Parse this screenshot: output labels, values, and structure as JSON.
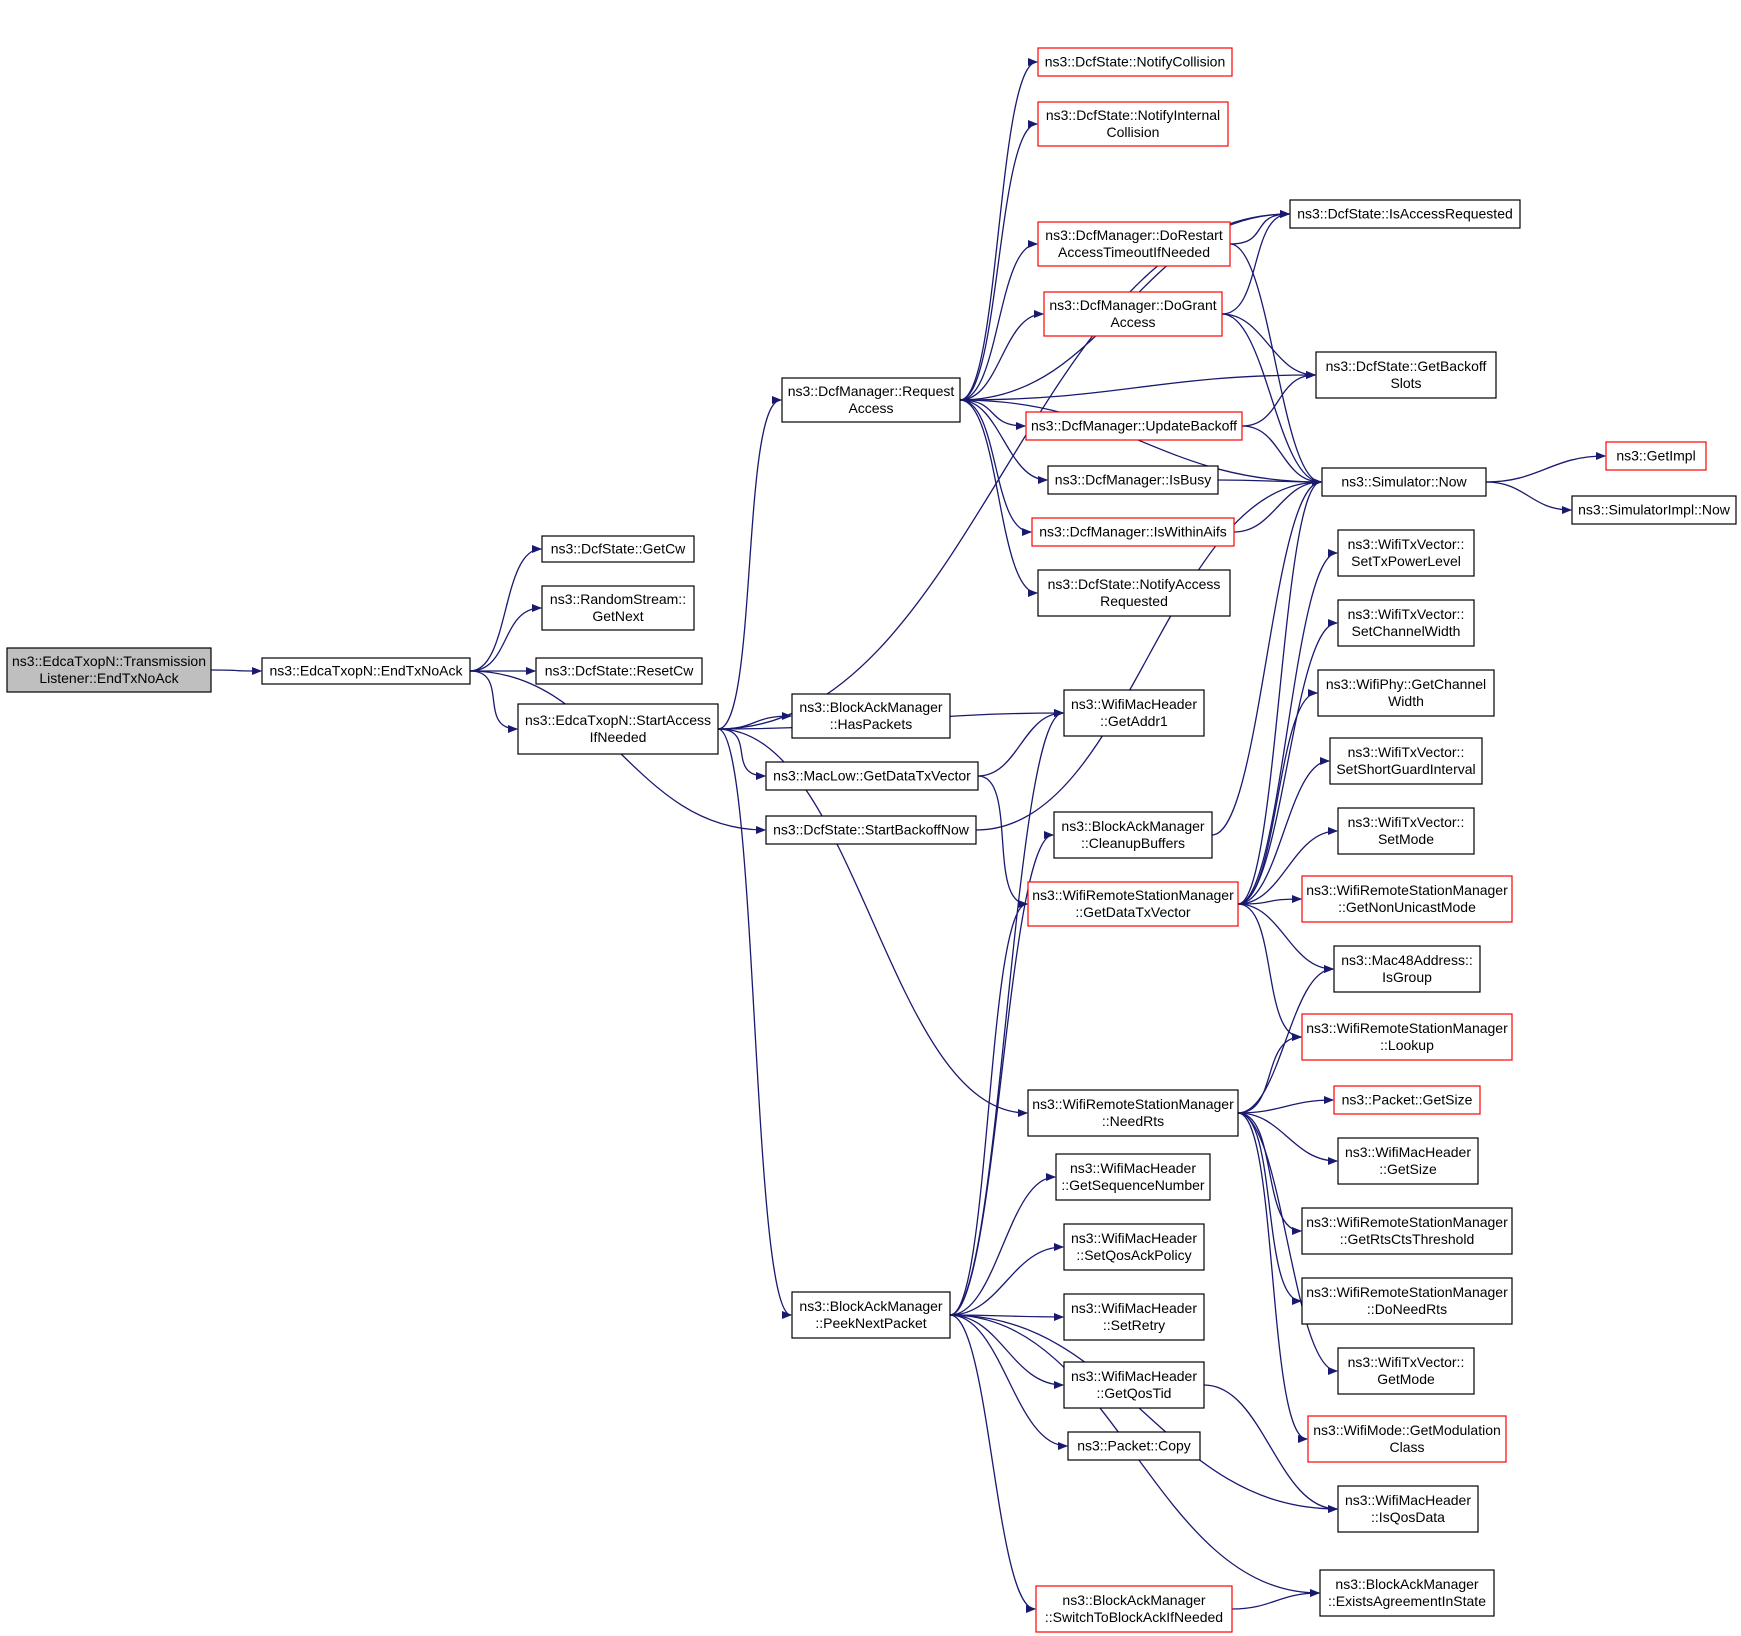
{
  "colors": {
    "edge": "#191970",
    "node_border_normal": "#000000",
    "node_border_truncated": "#ff0000",
    "root_fill": "#bfbfbf",
    "node_fill": "#ffffff"
  },
  "nodes": [
    {
      "id": "root",
      "lines": [
        "ns3::EdcaTxopN::Transmission",
        "Listener::EndTxNoAck"
      ],
      "style": "root"
    },
    {
      "id": "endtx",
      "lines": [
        "ns3::EdcaTxopN::EndTxNoAck"
      ],
      "style": "normal"
    },
    {
      "id": "getcw",
      "lines": [
        "ns3::DcfState::GetCw"
      ],
      "style": "normal"
    },
    {
      "id": "rsgetnext",
      "lines": [
        "ns3::RandomStream::",
        "GetNext"
      ],
      "style": "normal"
    },
    {
      "id": "resetcw",
      "lines": [
        "ns3::DcfState::ResetCw"
      ],
      "style": "normal"
    },
    {
      "id": "startaccess",
      "lines": [
        "ns3::EdcaTxopN::StartAccess",
        "IfNeeded"
      ],
      "style": "normal"
    },
    {
      "id": "startbackoff",
      "lines": [
        "ns3::DcfState::StartBackoffNow"
      ],
      "style": "normal"
    },
    {
      "id": "reqaccess",
      "lines": [
        "ns3::DcfManager::Request",
        "Access"
      ],
      "style": "normal"
    },
    {
      "id": "haspackets",
      "lines": [
        "ns3::BlockAckManager",
        "::HasPackets"
      ],
      "style": "normal"
    },
    {
      "id": "maclowgdtv",
      "lines": [
        "ns3::MacLow::GetDataTxVector"
      ],
      "style": "normal"
    },
    {
      "id": "peeknext",
      "lines": [
        "ns3::BlockAckManager",
        "::PeekNextPacket"
      ],
      "style": "normal"
    },
    {
      "id": "notifycoll",
      "lines": [
        "ns3::DcfState::NotifyCollision"
      ],
      "style": "truncated"
    },
    {
      "id": "notifyintcoll",
      "lines": [
        "ns3::DcfState::NotifyInternal",
        "Collision"
      ],
      "style": "truncated"
    },
    {
      "id": "dorestart",
      "lines": [
        "ns3::DcfManager::DoRestart",
        "AccessTimeoutIfNeeded"
      ],
      "style": "truncated"
    },
    {
      "id": "dogrant",
      "lines": [
        "ns3::DcfManager::DoGrant",
        "Access"
      ],
      "style": "truncated"
    },
    {
      "id": "updbackoff",
      "lines": [
        "ns3::DcfManager::UpdateBackoff"
      ],
      "style": "truncated"
    },
    {
      "id": "isbusy",
      "lines": [
        "ns3::DcfManager::IsBusy"
      ],
      "style": "normal"
    },
    {
      "id": "iswithinaifs",
      "lines": [
        "ns3::DcfManager::IsWithinAifs"
      ],
      "style": "truncated"
    },
    {
      "id": "notifyaccreq",
      "lines": [
        "ns3::DcfState::NotifyAccess",
        "Requested"
      ],
      "style": "normal"
    },
    {
      "id": "getaddr1",
      "lines": [
        "ns3::WifiMacHeader",
        "::GetAddr1"
      ],
      "style": "normal"
    },
    {
      "id": "cleanup",
      "lines": [
        "ns3::BlockAckManager",
        "::CleanupBuffers"
      ],
      "style": "normal"
    },
    {
      "id": "wrsmgdtv",
      "lines": [
        "ns3::WifiRemoteStationManager",
        "::GetDataTxVector"
      ],
      "style": "truncated"
    },
    {
      "id": "needrts",
      "lines": [
        "ns3::WifiRemoteStationManager",
        "::NeedRts"
      ],
      "style": "normal"
    },
    {
      "id": "getseq",
      "lines": [
        "ns3::WifiMacHeader",
        "::GetSequenceNumber"
      ],
      "style": "normal"
    },
    {
      "id": "setqosack",
      "lines": [
        "ns3::WifiMacHeader",
        "::SetQosAckPolicy"
      ],
      "style": "normal"
    },
    {
      "id": "setretry",
      "lines": [
        "ns3::WifiMacHeader",
        "::SetRetry"
      ],
      "style": "normal"
    },
    {
      "id": "getqostid",
      "lines": [
        "ns3::WifiMacHeader",
        "::GetQosTid"
      ],
      "style": "normal"
    },
    {
      "id": "pktcopy",
      "lines": [
        "ns3::Packet::Copy"
      ],
      "style": "normal"
    },
    {
      "id": "switchtoba",
      "lines": [
        "ns3::BlockAckManager",
        "::SwitchToBlockAckIfNeeded"
      ],
      "style": "truncated"
    },
    {
      "id": "isaccreq",
      "lines": [
        "ns3::DcfState::IsAccessRequested"
      ],
      "style": "normal"
    },
    {
      "id": "getbackoffslots",
      "lines": [
        "ns3::DcfState::GetBackoff",
        "Slots"
      ],
      "style": "normal"
    },
    {
      "id": "simnow",
      "lines": [
        "ns3::Simulator::Now"
      ],
      "style": "normal"
    },
    {
      "id": "setpower",
      "lines": [
        "ns3::WifiTxVector::",
        "SetTxPowerLevel"
      ],
      "style": "normal"
    },
    {
      "id": "setchw",
      "lines": [
        "ns3::WifiTxVector::",
        "SetChannelWidth"
      ],
      "style": "normal"
    },
    {
      "id": "phychw",
      "lines": [
        "ns3::WifiPhy::GetChannel",
        "Width"
      ],
      "style": "normal"
    },
    {
      "id": "setsgi",
      "lines": [
        "ns3::WifiTxVector::",
        "SetShortGuardInterval"
      ],
      "style": "normal"
    },
    {
      "id": "setmode",
      "lines": [
        "ns3::WifiTxVector::",
        "SetMode"
      ],
      "style": "normal"
    },
    {
      "id": "getnonunicast",
      "lines": [
        "ns3::WifiRemoteStationManager",
        "::GetNonUnicastMode"
      ],
      "style": "truncated"
    },
    {
      "id": "isgroup",
      "lines": [
        "ns3::Mac48Address::",
        "IsGroup"
      ],
      "style": "normal"
    },
    {
      "id": "lookup",
      "lines": [
        "ns3::WifiRemoteStationManager",
        "::Lookup"
      ],
      "style": "truncated"
    },
    {
      "id": "pktgetsize",
      "lines": [
        "ns3::Packet::GetSize"
      ],
      "style": "truncated"
    },
    {
      "id": "hdrgetsize",
      "lines": [
        "ns3::WifiMacHeader",
        "::GetSize"
      ],
      "style": "normal"
    },
    {
      "id": "rtscts",
      "lines": [
        "ns3::WifiRemoteStationManager",
        "::GetRtsCtsThreshold"
      ],
      "style": "normal"
    },
    {
      "id": "doneedrts",
      "lines": [
        "ns3::WifiRemoteStationManager",
        "::DoNeedRts"
      ],
      "style": "normal"
    },
    {
      "id": "getmode",
      "lines": [
        "ns3::WifiTxVector::",
        "GetMode"
      ],
      "style": "normal"
    },
    {
      "id": "getmodclass",
      "lines": [
        "ns3::WifiMode::GetModulation",
        "Class"
      ],
      "style": "truncated"
    },
    {
      "id": "isqosdata",
      "lines": [
        "ns3::WifiMacHeader",
        "::IsQosData"
      ],
      "style": "normal"
    },
    {
      "id": "existsagr",
      "lines": [
        "ns3::BlockAckManager",
        "::ExistsAgreementInState"
      ],
      "style": "normal"
    },
    {
      "id": "getimpl",
      "lines": [
        "ns3::GetImpl"
      ],
      "style": "truncated"
    },
    {
      "id": "simimplnow",
      "lines": [
        "ns3::SimulatorImpl::Now"
      ],
      "style": "normal"
    }
  ],
  "edges": [
    [
      "root",
      "endtx"
    ],
    [
      "endtx",
      "getcw"
    ],
    [
      "endtx",
      "rsgetnext"
    ],
    [
      "endtx",
      "resetcw"
    ],
    [
      "endtx",
      "startaccess"
    ],
    [
      "endtx",
      "startbackoff"
    ],
    [
      "startaccess",
      "reqaccess"
    ],
    [
      "startaccess",
      "haspackets"
    ],
    [
      "startaccess",
      "maclowgdtv"
    ],
    [
      "startaccess",
      "peeknext"
    ],
    [
      "startaccess",
      "getaddr1"
    ],
    [
      "startaccess",
      "needrts"
    ],
    [
      "startaccess",
      "isaccreq"
    ],
    [
      "reqaccess",
      "notifycoll"
    ],
    [
      "reqaccess",
      "notifyintcoll"
    ],
    [
      "reqaccess",
      "isaccreq"
    ],
    [
      "reqaccess",
      "dorestart"
    ],
    [
      "reqaccess",
      "dogrant"
    ],
    [
      "reqaccess",
      "getbackoffslots"
    ],
    [
      "reqaccess",
      "updbackoff"
    ],
    [
      "reqaccess",
      "isbusy"
    ],
    [
      "reqaccess",
      "iswithinaifs"
    ],
    [
      "reqaccess",
      "notifyaccreq"
    ],
    [
      "reqaccess",
      "simnow"
    ],
    [
      "dorestart",
      "isaccreq"
    ],
    [
      "dorestart",
      "simnow"
    ],
    [
      "dogrant",
      "isaccreq"
    ],
    [
      "dogrant",
      "getbackoffslots"
    ],
    [
      "dogrant",
      "simnow"
    ],
    [
      "updbackoff",
      "getbackoffslots"
    ],
    [
      "updbackoff",
      "simnow"
    ],
    [
      "isbusy",
      "simnow"
    ],
    [
      "iswithinaifs",
      "simnow"
    ],
    [
      "startbackoff",
      "simnow"
    ],
    [
      "simnow",
      "getimpl"
    ],
    [
      "simnow",
      "simimplnow"
    ],
    [
      "maclowgdtv",
      "getaddr1"
    ],
    [
      "maclowgdtv",
      "wrsmgdtv"
    ],
    [
      "cleanup",
      "simnow"
    ],
    [
      "wrsmgdtv",
      "simnow"
    ],
    [
      "wrsmgdtv",
      "setpower"
    ],
    [
      "wrsmgdtv",
      "setchw"
    ],
    [
      "wrsmgdtv",
      "phychw"
    ],
    [
      "wrsmgdtv",
      "setsgi"
    ],
    [
      "wrsmgdtv",
      "setmode"
    ],
    [
      "wrsmgdtv",
      "getnonunicast"
    ],
    [
      "wrsmgdtv",
      "isgroup"
    ],
    [
      "wrsmgdtv",
      "lookup"
    ],
    [
      "needrts",
      "isgroup"
    ],
    [
      "needrts",
      "lookup"
    ],
    [
      "needrts",
      "pktgetsize"
    ],
    [
      "needrts",
      "hdrgetsize"
    ],
    [
      "needrts",
      "rtscts"
    ],
    [
      "needrts",
      "doneedrts"
    ],
    [
      "needrts",
      "getmode"
    ],
    [
      "needrts",
      "getmodclass"
    ],
    [
      "peeknext",
      "cleanup"
    ],
    [
      "peeknext",
      "getaddr1"
    ],
    [
      "peeknext",
      "wrsmgdtv"
    ],
    [
      "peeknext",
      "getseq"
    ],
    [
      "peeknext",
      "setqosack"
    ],
    [
      "peeknext",
      "setretry"
    ],
    [
      "peeknext",
      "getqostid"
    ],
    [
      "peeknext",
      "pktcopy"
    ],
    [
      "peeknext",
      "isqosdata"
    ],
    [
      "peeknext",
      "existsagr"
    ],
    [
      "peeknext",
      "switchtoba"
    ],
    [
      "getqostid",
      "isqosdata"
    ],
    [
      "switchtoba",
      "existsagr"
    ]
  ]
}
